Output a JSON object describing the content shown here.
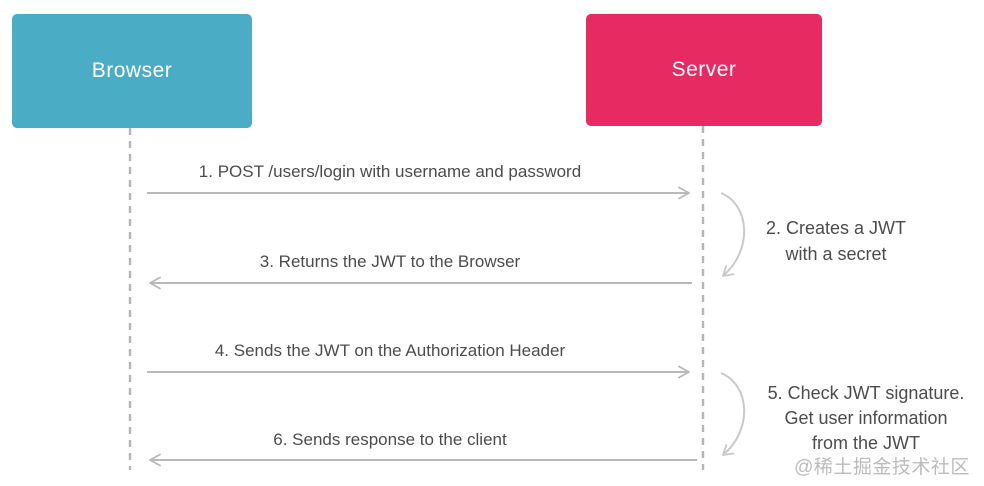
{
  "colors": {
    "browser_box": "#4BACC6",
    "server_box": "#E72A62",
    "actor_text": "#ffffff",
    "arrow": "#b9b9b9",
    "lifeline": "#b6b6b6",
    "self_arrow": "#c9c9c9",
    "label_text": "#4c4c4c",
    "watermark_text": "#bcbcbc",
    "background": "#ffffff"
  },
  "actors": [
    {
      "id": "browser",
      "label": "Browser"
    },
    {
      "id": "server",
      "label": "Server"
    }
  ],
  "messages": [
    {
      "type": "arrow",
      "from": "browser",
      "to": "server",
      "label": "1. POST /users/login with username and password"
    },
    {
      "type": "self",
      "actor": "server",
      "lines": [
        "2. Creates a JWT",
        "with a secret"
      ]
    },
    {
      "type": "arrow",
      "from": "server",
      "to": "browser",
      "label": "3. Returns the JWT to the Browser"
    },
    {
      "type": "arrow",
      "from": "browser",
      "to": "server",
      "label": "4. Sends the JWT on the Authorization Header"
    },
    {
      "type": "self",
      "actor": "server",
      "lines": [
        "5. Check JWT signature.",
        "Get user information",
        "from the JWT"
      ]
    },
    {
      "type": "arrow",
      "from": "server",
      "to": "browser",
      "label": "6. Sends response to the client"
    }
  ],
  "watermark": "@稀土掘金技术社区"
}
